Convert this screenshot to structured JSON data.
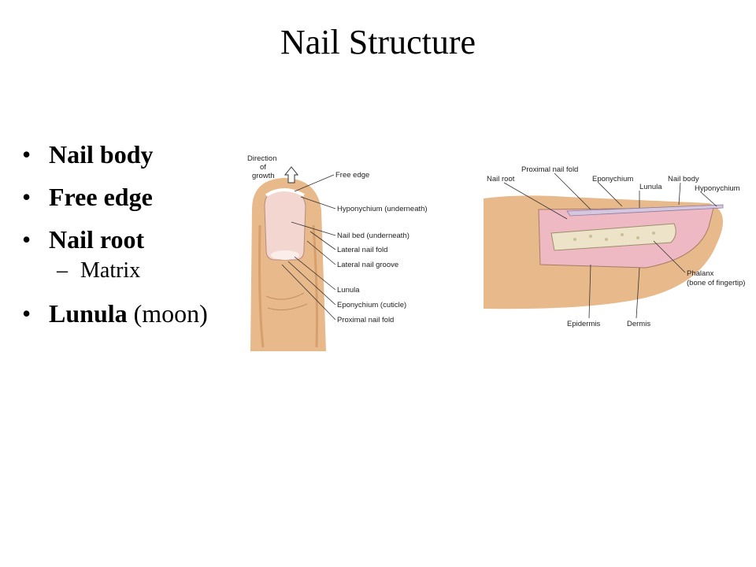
{
  "title": "Nail Structure",
  "bullets": [
    {
      "bold": "Nail body",
      "rest": ""
    },
    {
      "bold": "Free edge",
      "rest": ""
    },
    {
      "bold": "Nail root",
      "rest": ""
    },
    {
      "sub": "Matrix"
    },
    {
      "bold": "Lunula",
      "rest": " (moon)"
    }
  ],
  "diagram_left": {
    "direction_label_1": "Direction",
    "direction_label_2": "of",
    "direction_label_3": "growth",
    "labels": [
      "Free edge",
      "Hyponychium (underneath)",
      "Nail bed (underneath)",
      "Lateral nail fold",
      "Lateral nail groove",
      "Lunula",
      "Eponychium (cuticle)",
      "Proximal nail fold"
    ]
  },
  "diagram_right": {
    "labels": {
      "nail_root": "Nail root",
      "proximal_nail_fold": "Proximal nail fold",
      "eponychium": "Eponychium",
      "lunula": "Lunula",
      "nail_body": "Nail body",
      "hyponychium": "Hyponychium",
      "phalanx_1": "Phalanx",
      "phalanx_2": "(bone of fingertip)",
      "epidermis": "Epidermis",
      "dermis": "Dermis"
    }
  },
  "colors": {
    "skin": "#e8b98a",
    "skin_shadow": "#d79f6e",
    "nail": "#f2d6cf",
    "nail_pink": "#e9b8c8",
    "bone": "#ece3c8"
  }
}
